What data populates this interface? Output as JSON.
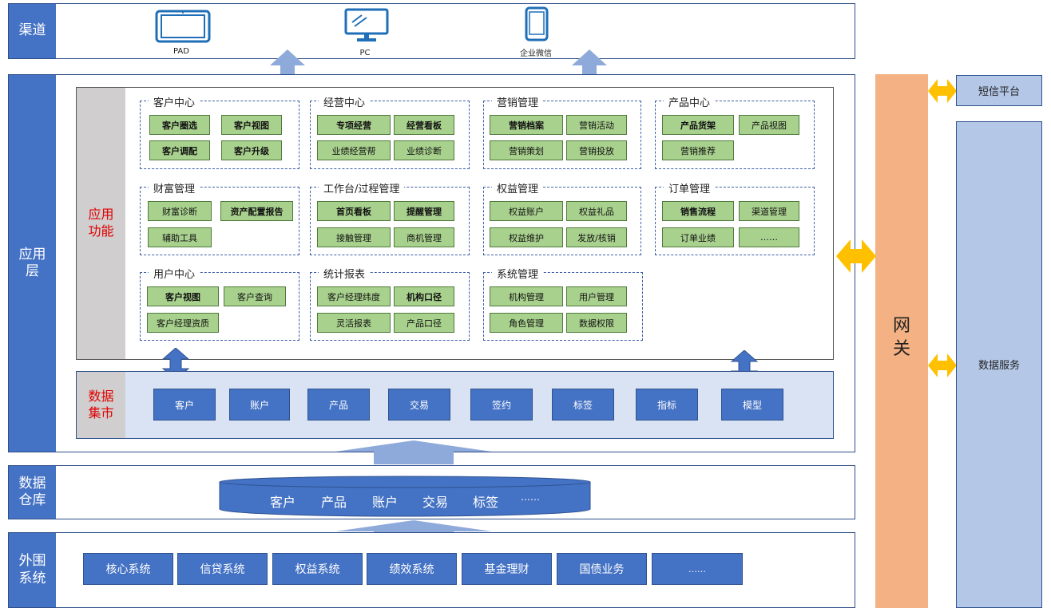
{
  "channel": {
    "label": "渠道",
    "devices": [
      {
        "icon": "tablet-icon",
        "label": "PAD"
      },
      {
        "icon": "monitor-icon",
        "label": "PC"
      },
      {
        "icon": "phone-icon",
        "label": "企业微信"
      }
    ]
  },
  "app_layer": {
    "label": "应用层",
    "func_label": "应用功能",
    "market_label": "数据集市",
    "groups": [
      {
        "title": "客户中心",
        "items": [
          "客户圈选",
          "客户视图",
          "客户调配",
          "客户升级"
        ]
      },
      {
        "title": "经营中心",
        "items": [
          "专项经营",
          "经营看板",
          "业绩经营帮",
          "业绩诊断"
        ]
      },
      {
        "title": "营销管理",
        "items": [
          "营销档案",
          "营销活动",
          "营销策划",
          "营销投放"
        ]
      },
      {
        "title": "产品中心",
        "items": [
          "产品货架",
          "产品视图",
          "营销推荐"
        ]
      },
      {
        "title": "财富管理",
        "items": [
          "财富诊断",
          "资产配置报告",
          "辅助工具"
        ]
      },
      {
        "title": "工作台/过程管理",
        "items": [
          "首页看板",
          "提醒管理",
          "接触管理",
          "商机管理"
        ]
      },
      {
        "title": "权益管理",
        "items": [
          "权益账户",
          "权益礼品",
          "权益维护",
          "发放/核销"
        ]
      },
      {
        "title": "订单管理",
        "items": [
          "销售流程",
          "渠道管理",
          "订单业绩",
          "……"
        ]
      },
      {
        "title": "用户中心",
        "items": [
          "客户视图",
          "客户查询",
          "客户经理资质"
        ]
      },
      {
        "title": "统计报表",
        "items": [
          "客户经理纬度",
          "机构口径",
          "灵活报表",
          "产品口径"
        ]
      },
      {
        "title": "系统管理",
        "items": [
          "机构管理",
          "用户管理",
          "角色管理",
          "数据权限"
        ]
      }
    ],
    "market_items": [
      "客户",
      "账户",
      "产品",
      "交易",
      "签约",
      "标签",
      "指标",
      "模型"
    ]
  },
  "warehouse": {
    "label": "数据仓库",
    "items": [
      "客户",
      "产品",
      "账户",
      "交易",
      "标签",
      "……"
    ]
  },
  "external": {
    "label": "外围系统",
    "items": [
      "核心系统",
      "信贷系统",
      "权益系统",
      "绩效系统",
      "基金理财",
      "国债业务",
      "……"
    ]
  },
  "gateway": {
    "label": "网关"
  },
  "sms": {
    "label": "短信平台"
  },
  "data_service": {
    "label": "数据服务"
  },
  "colors": {
    "blue": "#4472c4",
    "light_blue": "#b4c7e7",
    "green": "#a9d18e",
    "orange": "#f4b183",
    "gold": "#ffc000",
    "arrow": "#8eaadb"
  }
}
